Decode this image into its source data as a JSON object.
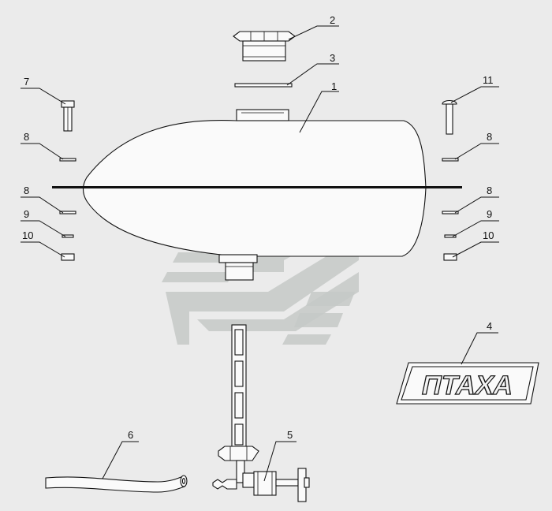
{
  "diagram": {
    "callouts": [
      {
        "id": "tank",
        "label": "1"
      },
      {
        "id": "filler-cap",
        "label": "2"
      },
      {
        "id": "cap-gasket",
        "label": "3"
      },
      {
        "id": "emblem-plate",
        "label": "4"
      },
      {
        "id": "fuel-tap",
        "label": "5"
      },
      {
        "id": "fuel-hose",
        "label": "6"
      },
      {
        "id": "bolt-left",
        "label": "7"
      },
      {
        "id": "washer-left-upper",
        "label": "8"
      },
      {
        "id": "washer-left-middle",
        "label": "8"
      },
      {
        "id": "spring-washer-left",
        "label": "9"
      },
      {
        "id": "nut-left",
        "label": "10"
      },
      {
        "id": "bolt-right",
        "label": "11"
      },
      {
        "id": "washer-right-upper",
        "label": "8"
      },
      {
        "id": "washer-right-middle",
        "label": "8"
      },
      {
        "id": "spring-washer-right",
        "label": "9"
      },
      {
        "id": "nut-right",
        "label": "10"
      }
    ],
    "emblem_text": "ПТАХА",
    "colors": {
      "background": "#ebebeb",
      "line": "#111111",
      "watermark": "#c5c9c7"
    }
  }
}
